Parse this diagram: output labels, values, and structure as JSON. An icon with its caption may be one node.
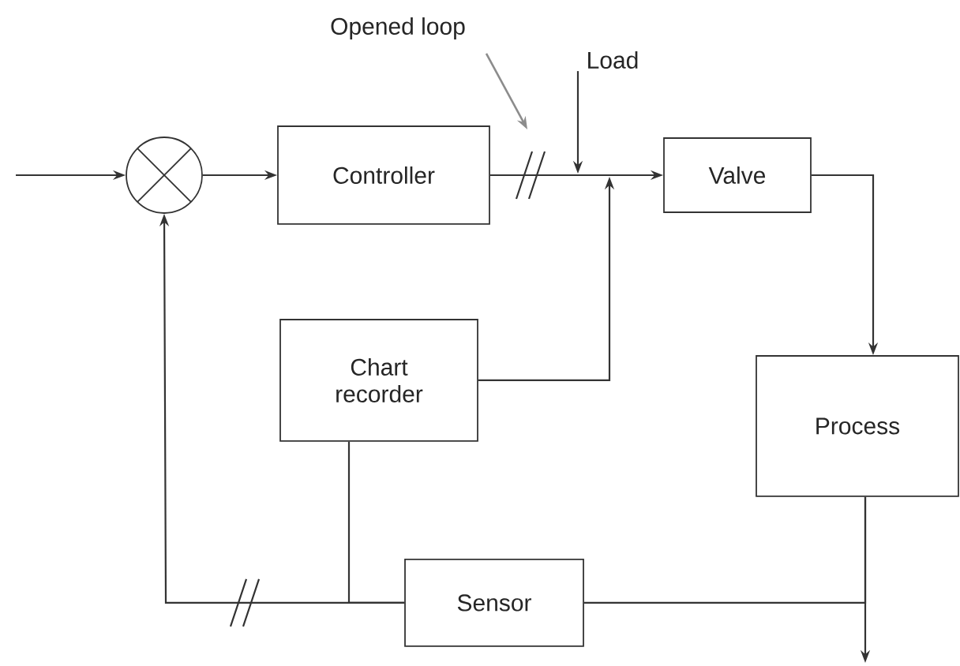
{
  "diagram": {
    "nodes": [
      {
        "text": [],
        "shape": "circle"
      },
      {
        "text": [
          "Controller"
        ]
      },
      {
        "text": [
          "Valve"
        ]
      },
      {
        "text": [
          "Chart recorder"
        ]
      },
      {
        "text": [
          "Process"
        ]
      },
      {
        "text": [
          "Sensor"
        ]
      },
      {
        "text": [
          "Opened loop"
        ]
      },
      {
        "text": [
          "Load"
        ]
      }
    ],
    "edges": [
      {
        "from": null,
        "to": 0,
        "arrow": "to"
      },
      {
        "from": 0,
        "to": 1,
        "arrow": "to"
      },
      {
        "from": 1,
        "to": 2,
        "arrow": "to"
      },
      {
        "from": 7,
        "to": null,
        "arrow": "to"
      },
      {
        "from": 3,
        "to": null,
        "arrow": "to"
      },
      {
        "from": 2,
        "to": 4,
        "arrow": "to"
      },
      {
        "from": 4,
        "to": null,
        "arrow": "to"
      },
      {
        "from": 4,
        "to": 5,
        "arrow": "none"
      },
      {
        "from": 5,
        "to": 0,
        "arrow": "to"
      },
      {
        "from": 5,
        "to": 3,
        "arrow": "none"
      },
      {
        "from": 6,
        "to": null,
        "arrow": "to",
        "color": "#8c8c8c"
      }
    ]
  }
}
